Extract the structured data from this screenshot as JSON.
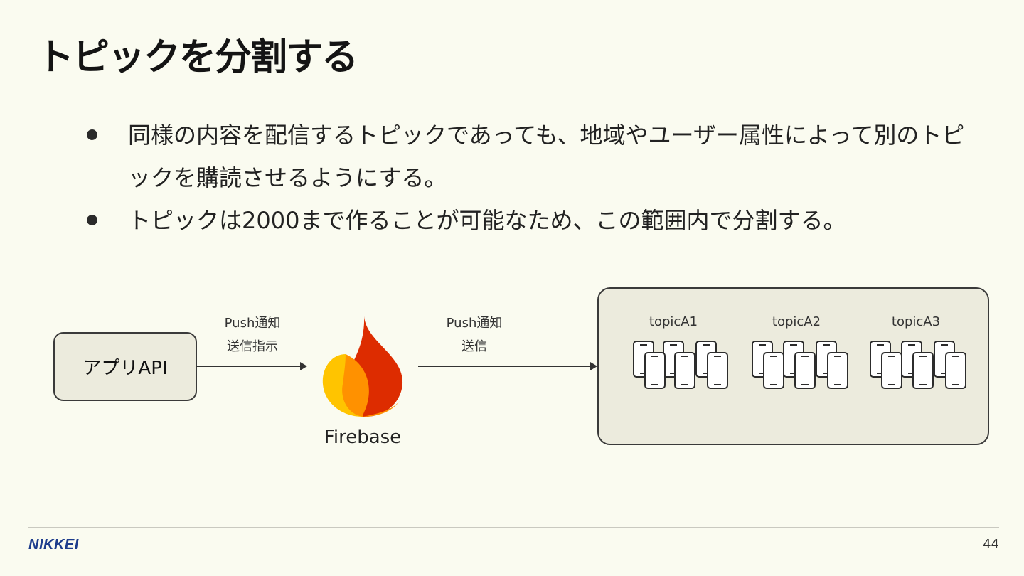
{
  "slide": {
    "title": "トピックを分割する",
    "bullets": [
      "同様の内容を配信するトピックであっても、地域やユーザー属性によって別のトピックを購読させるようにする。",
      "トピックは2000まで作ることが可能なため、この範囲内で分割する。"
    ]
  },
  "diagram": {
    "app_box": "アプリAPI",
    "arrow1_label": [
      "Push通知",
      "送信指示"
    ],
    "firebase_label": "Firebase",
    "arrow2_label": [
      "Push通知",
      "送信"
    ],
    "topics": [
      "topicA1",
      "topicA2",
      "topicA3"
    ],
    "colors": {
      "flame_dark": "#dd2c00",
      "flame_mid": "#ff8f00",
      "flame_light": "#ffc400"
    }
  },
  "footer": {
    "logo": "NIKKEI",
    "page_number": "44"
  }
}
